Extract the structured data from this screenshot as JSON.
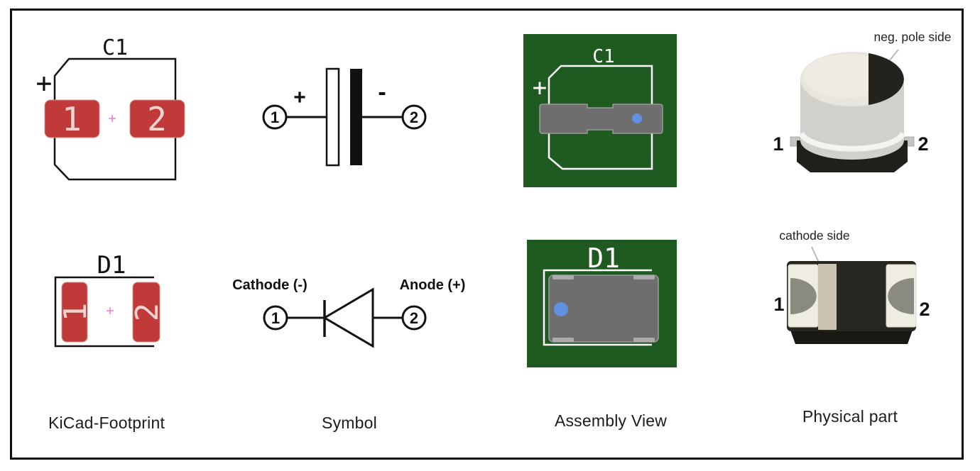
{
  "columns": {
    "footprint_label": "KiCad-Footprint",
    "symbol_label": "Symbol",
    "assembly_label": "Assembly View",
    "physical_label": "Physical part"
  },
  "capacitor": {
    "footprint": {
      "ref": "C1",
      "polarity_plus": "+",
      "pad1": "1",
      "pad2": "2"
    },
    "symbol": {
      "pin1": "1",
      "pin2": "2",
      "plus": "+",
      "minus": "-"
    },
    "assembly": {
      "ref": "C1",
      "polarity_plus": "+"
    },
    "physical": {
      "annotation": "neg. pole side",
      "pin1": "1",
      "pin2": "2"
    }
  },
  "diode": {
    "footprint": {
      "ref": "D1",
      "pad1": "1",
      "pad2": "2"
    },
    "symbol": {
      "cathode_label": "Cathode (-)",
      "anode_label": "Anode (+)",
      "pin1": "1",
      "pin2": "2"
    },
    "assembly": {
      "ref": "D1"
    },
    "physical": {
      "annotation": "cathode side",
      "pin1": "1",
      "pin2": "2"
    }
  },
  "colors": {
    "pad_red": "#c13a3a",
    "pad_number_pink": "#f0d3ce",
    "board_green": "#1f5b20",
    "silkscreen_white": "#ffffff",
    "component_gray": "#6e6e6e",
    "orientation_dot_blue": "#5f90e2",
    "anchor_pink": "#f07ad0",
    "outline_black": "#111111"
  }
}
